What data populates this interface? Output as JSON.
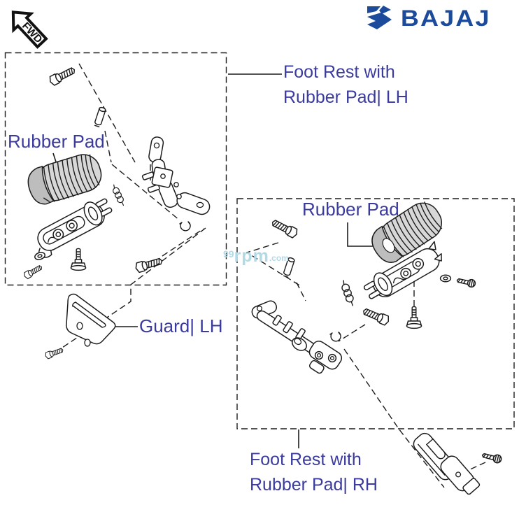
{
  "header": {
    "fwd_label": "FWD",
    "brand": {
      "wordmark": "BAJAJ",
      "symbol_icon": "bajaj-flying-b-icon",
      "color": "#1d4b9c"
    }
  },
  "watermark": {
    "text": "99rpm.com",
    "prefix": "99",
    "mid": "rpm",
    "suffix": ".com",
    "color": "#b2d9e8"
  },
  "colors": {
    "label_text": "#3b3b9d",
    "diagram_line": "#1c1c1c",
    "pad_fill": "#d7d7d7",
    "pad_cap_fill": "#bdbdbd"
  },
  "callouts": {
    "lh_footrest": {
      "line1": "Foot Rest with",
      "line2": "Rubber Pad| LH"
    },
    "lh_pad": {
      "text": "Rubber Pad"
    },
    "rh_pad": {
      "text": "Rubber Pad"
    },
    "lh_guard": {
      "text": "Guard| LH"
    },
    "rh_footrest": {
      "line1": "Foot Rest with",
      "line2": "Rubber Pad| RH"
    }
  },
  "assemblies": [
    {
      "id": "lh",
      "label": "Foot Rest with Rubber Pad| LH",
      "parts": [
        "hex-flange-bolt",
        "dowel-pin",
        "rubber-pad",
        "return-spring",
        "foot-rest-body",
        "mounting-bracket",
        "e-clip",
        "washer",
        "shoulder-stud",
        "hex-flange-bolt-small"
      ]
    },
    {
      "id": "rh",
      "label": "Foot Rest with Rubber Pad| RH",
      "parts": [
        "hex-flange-bolt",
        "dowel-pin",
        "rubber-pad",
        "return-spring",
        "foot-rest-body",
        "mounting-bracket",
        "e-clip",
        "washer",
        "machine-screw",
        "shoulder-stud"
      ]
    },
    {
      "id": "guard-lh",
      "label": "Guard| LH",
      "parts": [
        "guard-bracket",
        "hex-flange-bolt-small"
      ]
    },
    {
      "id": "guard-rh",
      "label": "",
      "parts": [
        "guard-bracket",
        "machine-screw"
      ]
    }
  ]
}
